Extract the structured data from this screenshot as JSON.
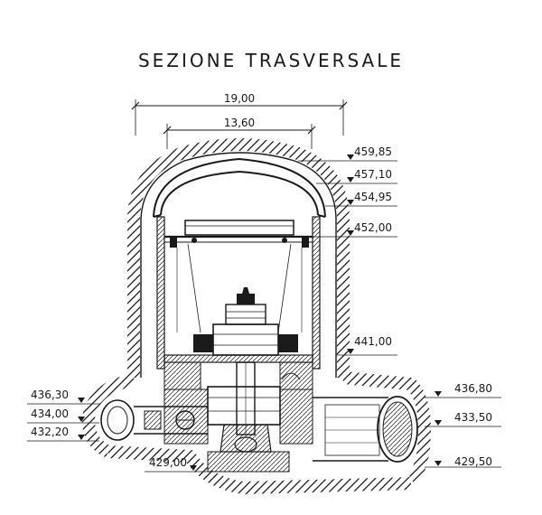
{
  "title": "SEZIONE TRASVERSALE",
  "dimensions": {
    "overall_width": "19,00",
    "inner_width": "13,60"
  },
  "elevations": {
    "crown_top": "459,85",
    "vault_springing": "457,10",
    "vault_base": "454,95",
    "crane_rail": "452,00",
    "machine_floor": "441,00",
    "right_tunnel_top": "436,80",
    "right_tunnel_axis": "433,50",
    "right_tunnel_floor": "429,50",
    "left_pipe_top": "436,30",
    "left_pipe_axis": "434,00",
    "left_pipe_bottom": "432,20",
    "foundation_bottom": "429,00"
  },
  "colors": {
    "ink": "#1a1a1a",
    "paper": "#ffffff"
  }
}
